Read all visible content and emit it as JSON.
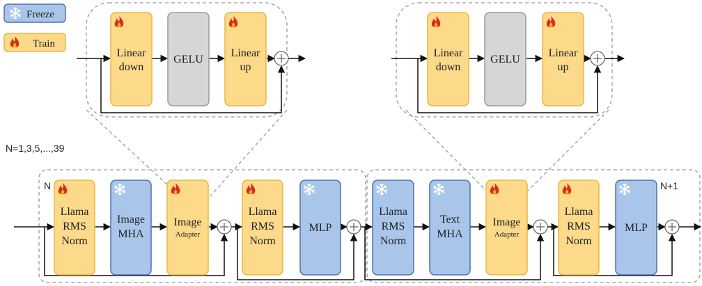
{
  "legend": {
    "freeze_label": "Freeze",
    "train_label": "Train"
  },
  "layer_range_label": "N=1,3,5,...,39",
  "layer_n_label": "N",
  "layer_n1_label": "N+1",
  "adapter_detail": {
    "linear_down": [
      "Linear",
      "down"
    ],
    "gelu": "GELU",
    "linear_up": [
      "Linear",
      "up"
    ]
  },
  "layer_n": {
    "rms_norm_1": [
      "Llama",
      "RMS",
      "Norm"
    ],
    "attention": [
      "Image",
      "MHA"
    ],
    "adapter": [
      "Image",
      "Adapter"
    ],
    "rms_norm_2": [
      "Llama",
      "RMS",
      "Norm"
    ],
    "mlp": "MLP"
  },
  "layer_n1": {
    "rms_norm_1": [
      "Llama",
      "RMS",
      "Norm"
    ],
    "attention": [
      "Text",
      "MHA"
    ],
    "adapter": [
      "Image",
      "Adapter"
    ],
    "rms_norm_2": [
      "Llama",
      "RMS",
      "Norm"
    ],
    "mlp": "MLP"
  },
  "colors": {
    "train_fill": "#fdd98a",
    "train_stroke": "#e8b840",
    "freeze_fill": "#a9c6ea",
    "freeze_stroke": "#4a72b0",
    "gelu_fill": "#d6d6d6",
    "gelu_stroke": "#9a9a9a",
    "flame": "#d92b1c",
    "snowflake": "#ffffff"
  }
}
